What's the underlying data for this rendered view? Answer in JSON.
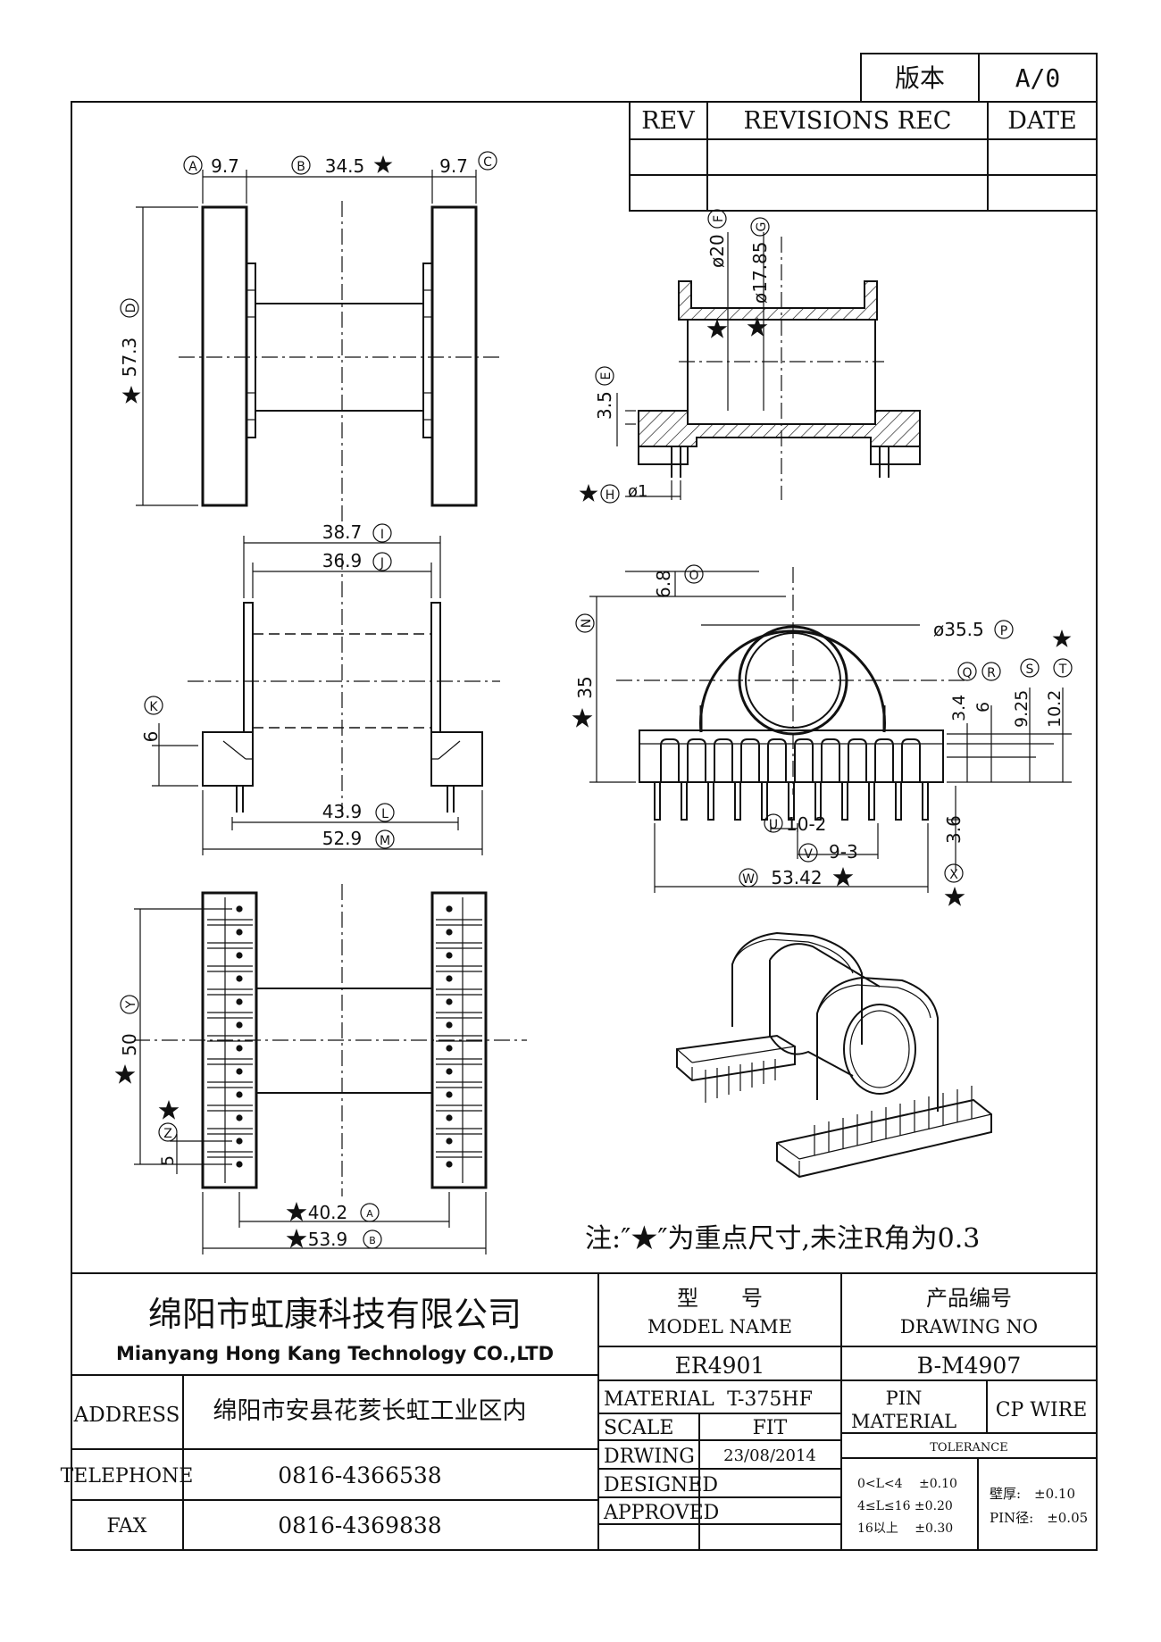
{
  "title_block_top": {
    "version_label": "版本",
    "version_value": "A/0"
  },
  "revisions": {
    "rev": "REV",
    "rec": "REVISIONS REC",
    "date": "DATE"
  },
  "dims": {
    "A": "9.7",
    "B": "34.5",
    "C": "9.7",
    "D": "57.3",
    "F": "ø20",
    "G": "ø17.85",
    "E": "3.5",
    "H": "ø1",
    "I": "38.7",
    "J": "36.9",
    "K": "6",
    "L": "43.9",
    "M": "52.9",
    "O": "6.8",
    "P": "ø35.5",
    "N": "35",
    "Q": "3.4",
    "R": "6",
    "S": "9.25",
    "T": "10.2",
    "U": "10-2",
    "V": "9-3",
    "W": "53.42",
    "X": "3.6",
    "Y": "50",
    "Z": "5",
    "A1": "40.2",
    "B1": "53.9"
  },
  "letters": {
    "A": "A",
    "B": "B",
    "C": "C",
    "D": "D",
    "E": "E",
    "F": "F",
    "G": "G",
    "H": "H",
    "I": "I",
    "J": "J",
    "K": "K",
    "L": "L",
    "M": "M",
    "N": "N",
    "O": "O",
    "P": "P",
    "Q": "Q",
    "R": "R",
    "S": "S",
    "T": "T",
    "U": "U",
    "V": "V",
    "W": "W",
    "X": "X",
    "Y": "Y",
    "Z": "Z",
    "A1": "A",
    "B1": "B"
  },
  "note": "注:″★″为重点尺寸,未注R角为0.3",
  "company": {
    "name_cn": "绵阳市虹康科技有限公司",
    "name_en": "Mianyang Hong Kang Technology CO.,LTD",
    "address_label": "ADDRESS",
    "address": "绵阳市安县花荄长虹工业区内",
    "telephone_label": "TELEPHONE",
    "telephone": "0816-4366538",
    "fax_label": "FAX",
    "fax": "0816-4369838"
  },
  "model": {
    "label_cn": "型　　号",
    "label_en": "MODEL NAME",
    "value": "ER4901"
  },
  "drawing": {
    "label_cn": "产品编号",
    "label_en": "DRAWING NO",
    "value": "B-M4907"
  },
  "specs": {
    "material_label": "MATERIAL",
    "material": "T-375HF",
    "scale_label": "SCALE",
    "scale": "FIT",
    "drwing_label": "DRWING",
    "drwing": "23/08/2014",
    "designed_label": "DESIGNED",
    "approved_label": "APPROVED",
    "pin_material_label_1": "PIN",
    "pin_material_label_2": "MATERIAL",
    "pin_material": "CP WIRE",
    "tolerance_label": "TOLERANCE",
    "tol_1": "0<L<4　 ±0.10",
    "tol_2": "4≤L≤16 ±0.20",
    "tol_3": "16以上　 ±0.30",
    "wall": "壁厚:　±0.10",
    "pin_dia": "PIN径:　±0.05"
  }
}
